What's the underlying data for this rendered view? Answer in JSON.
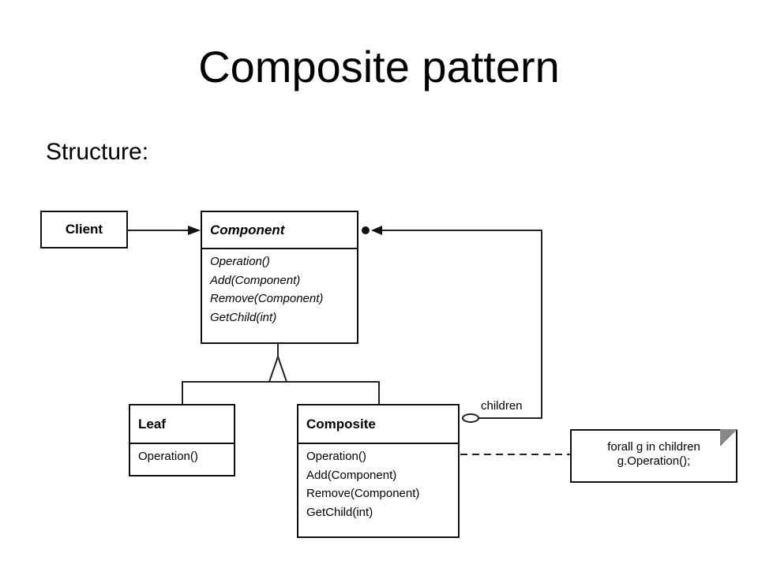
{
  "slide": {
    "title": "Composite pattern",
    "subtitle": "Structure:"
  },
  "diagram": {
    "client": {
      "name": "Client"
    },
    "component": {
      "name": "Component",
      "operations": [
        "Operation()",
        "Add(Component)",
        "Remove(Component)",
        "GetChild(int)"
      ]
    },
    "leaf": {
      "name": "Leaf",
      "operations": [
        "Operation()"
      ]
    },
    "composite": {
      "name": "Composite",
      "operations": [
        "Operation()",
        "Add(Component)",
        "Remove(Component)",
        "GetChild(int)"
      ]
    },
    "aggregation_label": "children",
    "note": {
      "line1": "forall g in children",
      "line2": "g.Operation();"
    }
  }
}
